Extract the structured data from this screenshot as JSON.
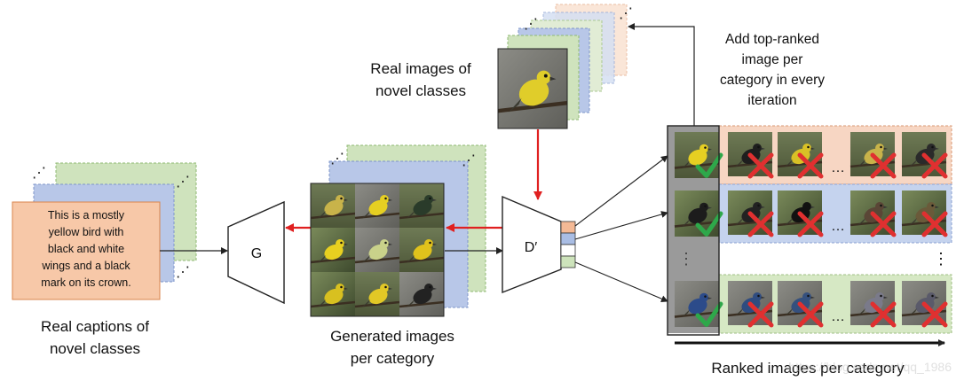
{
  "caption_card": {
    "lines": [
      "This is a mostly",
      "yellow bird with",
      "black and white",
      "wings and a black",
      "mark on its crown."
    ]
  },
  "labels": {
    "real_captions": [
      "Real captions  of",
      "novel classes"
    ],
    "real_images": [
      "Real images of",
      "novel classes"
    ],
    "generated_images": [
      "Generated images",
      "per category"
    ],
    "add_top_ranked": [
      "Add top-ranked",
      "image per",
      "category in every",
      "iteration"
    ],
    "ranked_images": "Ranked images per category",
    "watermark": "https://blog.csdn.net/qq_1986"
  },
  "modules": {
    "generator": "G",
    "discriminator": "D′"
  },
  "glyphs": {
    "ellipsis": "…",
    "dots": "⋮",
    "diag_dots": "⋰"
  },
  "colors": {
    "caption_fill": "#f7c8a8",
    "caption_stroke": "#d9854d",
    "layer_blue": "#b8c7e8",
    "layer_green": "#cfe3bd",
    "row_peach": "#f7d6c3",
    "row_blue": "#c5d3ee",
    "row_green": "#d6e8c4",
    "check": "#2ea84a",
    "cross": "#e03030",
    "red_arrow": "#e02020",
    "bar_peach": "#f4b995",
    "bar_blue": "#a9bde4",
    "bar_green": "#cde3bb"
  }
}
